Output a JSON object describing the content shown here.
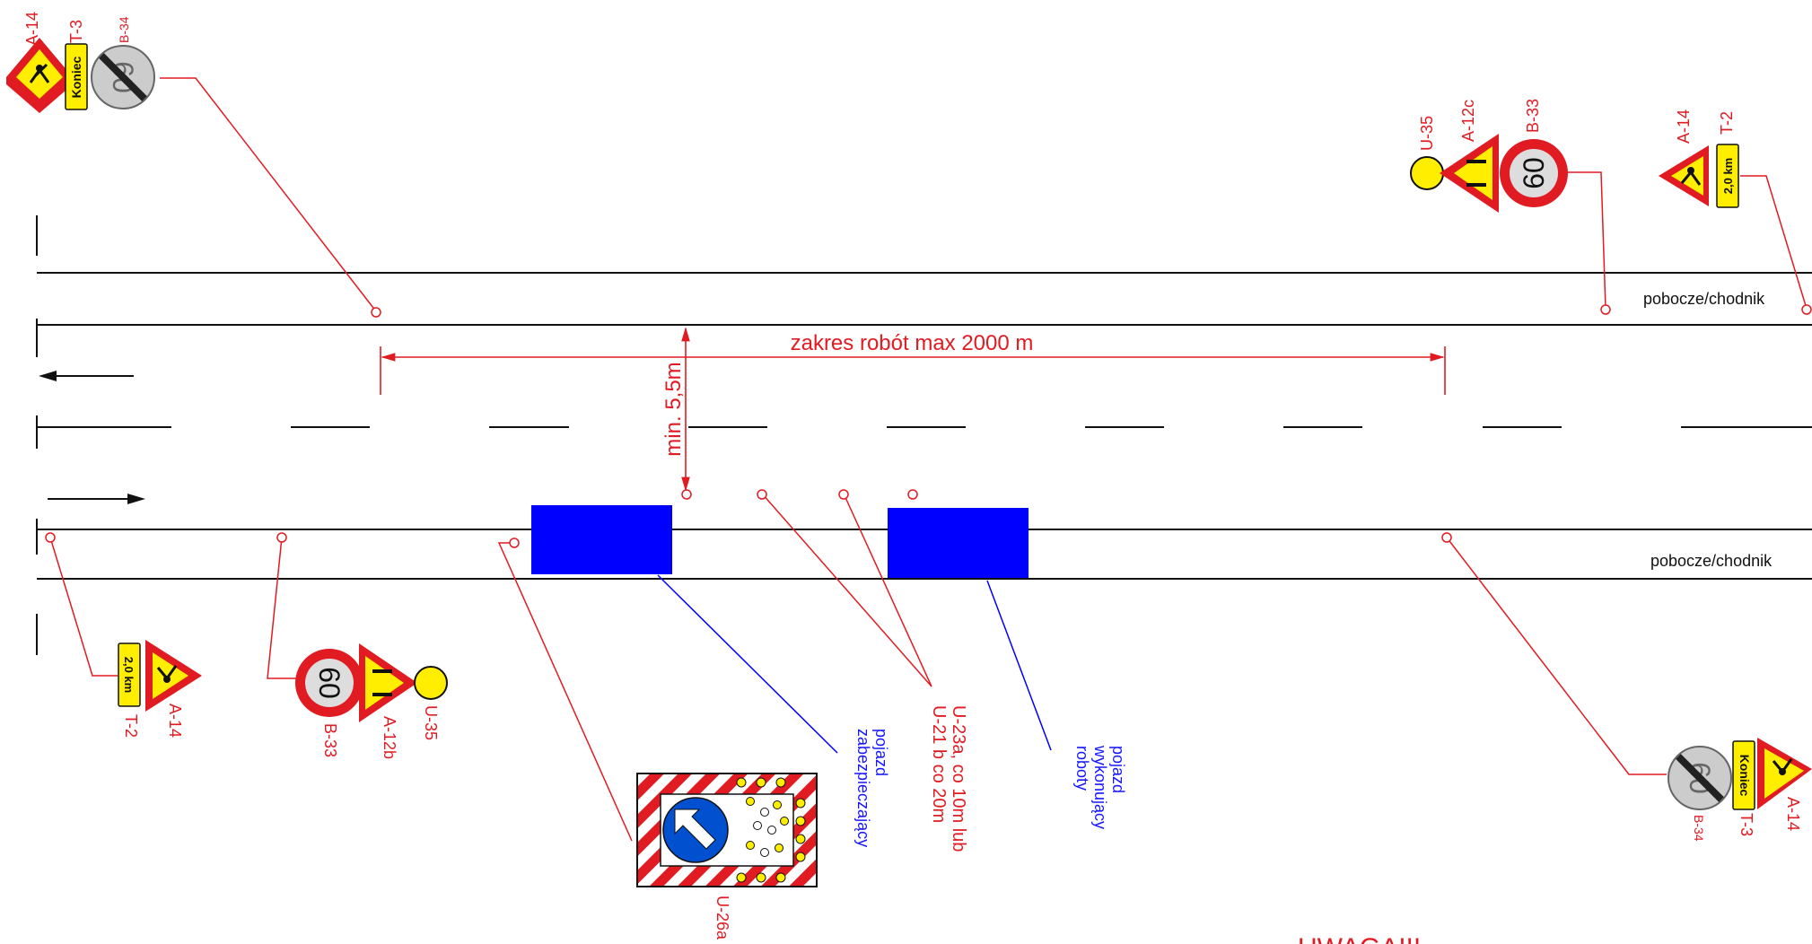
{
  "labels": {
    "shoulder_top": "pobocze/chodnik",
    "shoulder_bottom": "pobocze/chodnik",
    "work_range": "zakres robót max 2000 m",
    "min_width": "min. 5,5m",
    "vehicle_protect_1": "pojazd",
    "vehicle_protect_2": "zabezpieczający",
    "vehicle_work_1": "pojazd",
    "vehicle_work_2": "wykonujący",
    "vehicle_work_3": "roboty",
    "cones_1": "U-23a, co 10m lub",
    "cones_2": "U-21 b co 20m",
    "warning": "UWAGA!!!"
  },
  "signs": {
    "topleft": {
      "a14": "A-14",
      "t3": "T-3",
      "b34": "B-34",
      "koniec": "Koniec",
      "speed": "60"
    },
    "topright_a": {
      "u35": "U-35",
      "a12c": "A-12c",
      "b33": "B-33",
      "speed": "60"
    },
    "topright_b": {
      "a14": "A-14",
      "t2": "T-2",
      "dist": "2,0 km"
    },
    "bottomleft_a": {
      "t2": "T-2",
      "a14": "A-14",
      "dist": "2,0 km"
    },
    "bottomleft_b": {
      "b33": "B-33",
      "a12b": "A-12b",
      "u35": "U-35",
      "speed": "60"
    },
    "arrow_board": {
      "u26a": "U-26a"
    },
    "bottomright": {
      "b34": "B-34",
      "t3": "T-3",
      "a14": "A-14",
      "koniec": "Koniec",
      "speed": "60"
    }
  },
  "colors": {
    "red": "#e11b22",
    "blue": "#0000ff",
    "yellow": "#ffee00",
    "sign_blue": "#0050d0"
  }
}
